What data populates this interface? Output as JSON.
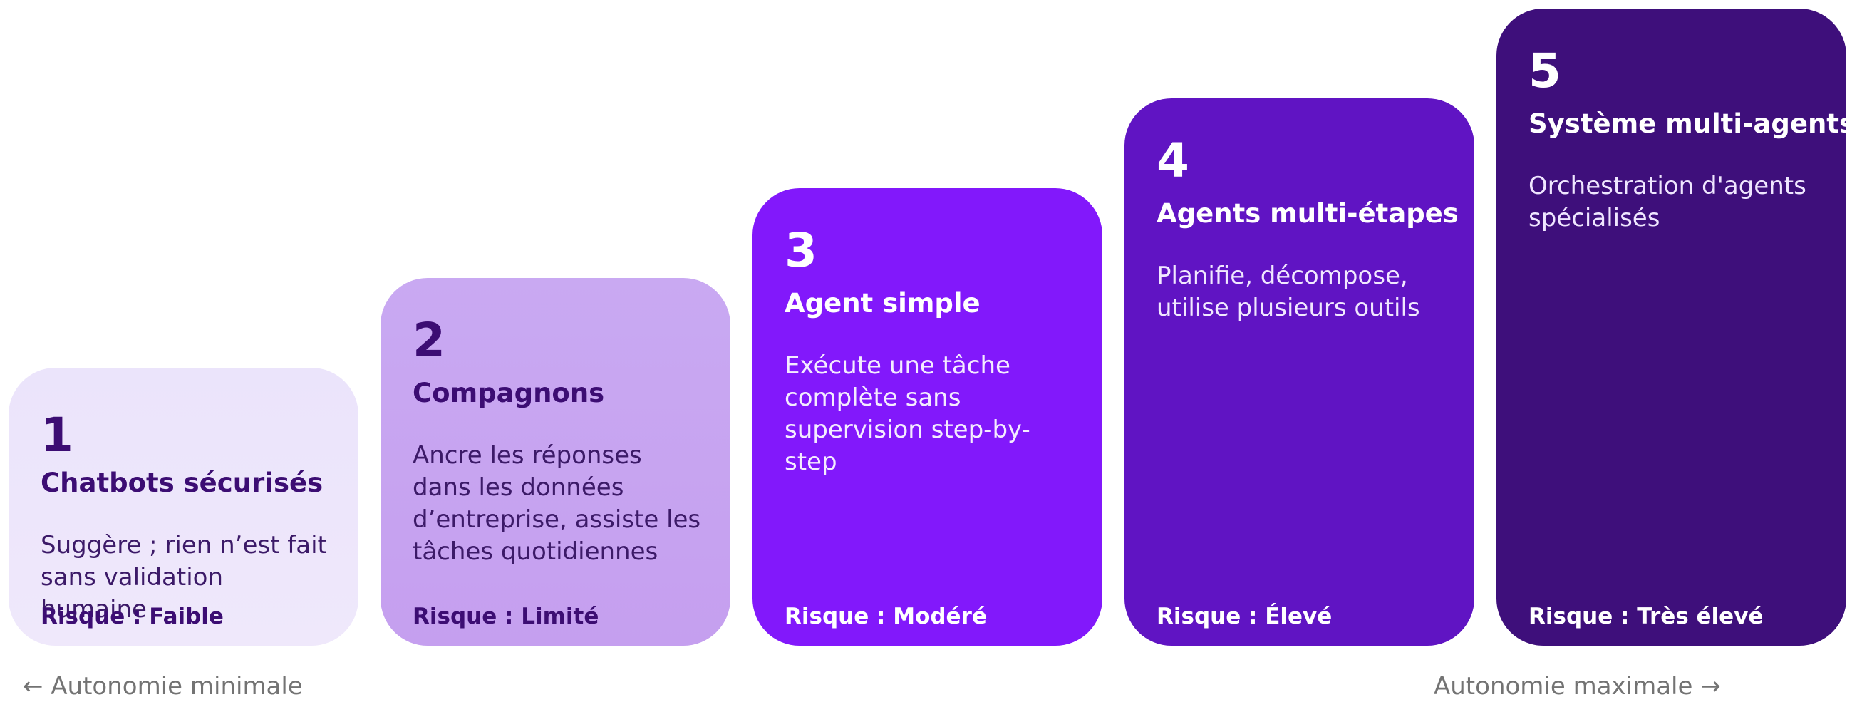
{
  "cards": [
    {
      "number": "1",
      "title": "Chatbots sécurisés",
      "description": "Suggère ; rien n’est fait sans validation humaine",
      "risk": "Risque : Faible"
    },
    {
      "number": "2",
      "title": "Compagnons",
      "description": "Ancre les réponses dans les données d’entreprise, assiste les tâches quotidiennes",
      "risk": "Risque : Limité"
    },
    {
      "number": "3",
      "title": "Agent simple",
      "description": "Exécute une tâche complète sans supervision step-by-step",
      "risk": "Risque : Modéré"
    },
    {
      "number": "4",
      "title": "Agents multi-étapes",
      "description": "Planifie, décompose, utilise plusieurs outils",
      "risk": "Risque : Élevé"
    },
    {
      "number": "5",
      "title": "Système multi-agents",
      "description": "Orchestration d'agents spécialisés",
      "risk": "Risque : Très élevé"
    }
  ],
  "axis": {
    "left_label": "← Autonomie minimale",
    "right_label": "Autonomie maximale →"
  },
  "colors": {
    "level_1": "#ebe4fb",
    "level_2": "#c9a9f2",
    "level_3": "#8218fb",
    "level_4": "#6014c3",
    "level_5": "#3e0f7b",
    "dark_text": "#3c0d73",
    "axis_text": "#737373"
  }
}
